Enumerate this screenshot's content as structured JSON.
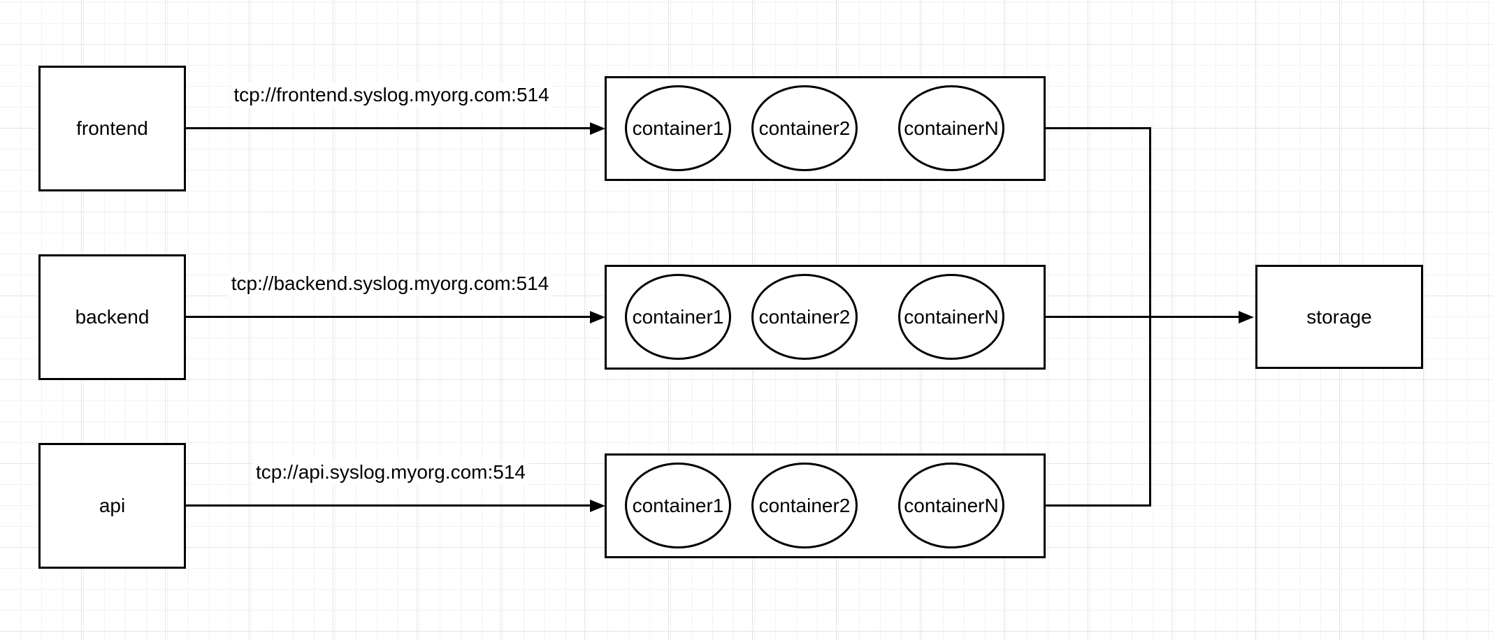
{
  "canvas": {
    "background": "#ffffff",
    "grid_minor_color": "#f2f2f2",
    "grid_major_color": "#e4e4e4",
    "stroke_color": "#000000",
    "text_color": "#000000"
  },
  "diagram": {
    "rows": [
      {
        "source": "frontend",
        "edge_label": "tcp://frontend.syslog.myorg.com:514",
        "containers": [
          "container1",
          "container2",
          "containerN"
        ]
      },
      {
        "source": "backend",
        "edge_label": "tcp://backend.syslog.myorg.com:514",
        "containers": [
          "container1",
          "container2",
          "containerN"
        ]
      },
      {
        "source": "api",
        "edge_label": "tcp://api.syslog.myorg.com:514",
        "containers": [
          "container1",
          "container2",
          "containerN"
        ]
      }
    ],
    "sink": "storage"
  }
}
